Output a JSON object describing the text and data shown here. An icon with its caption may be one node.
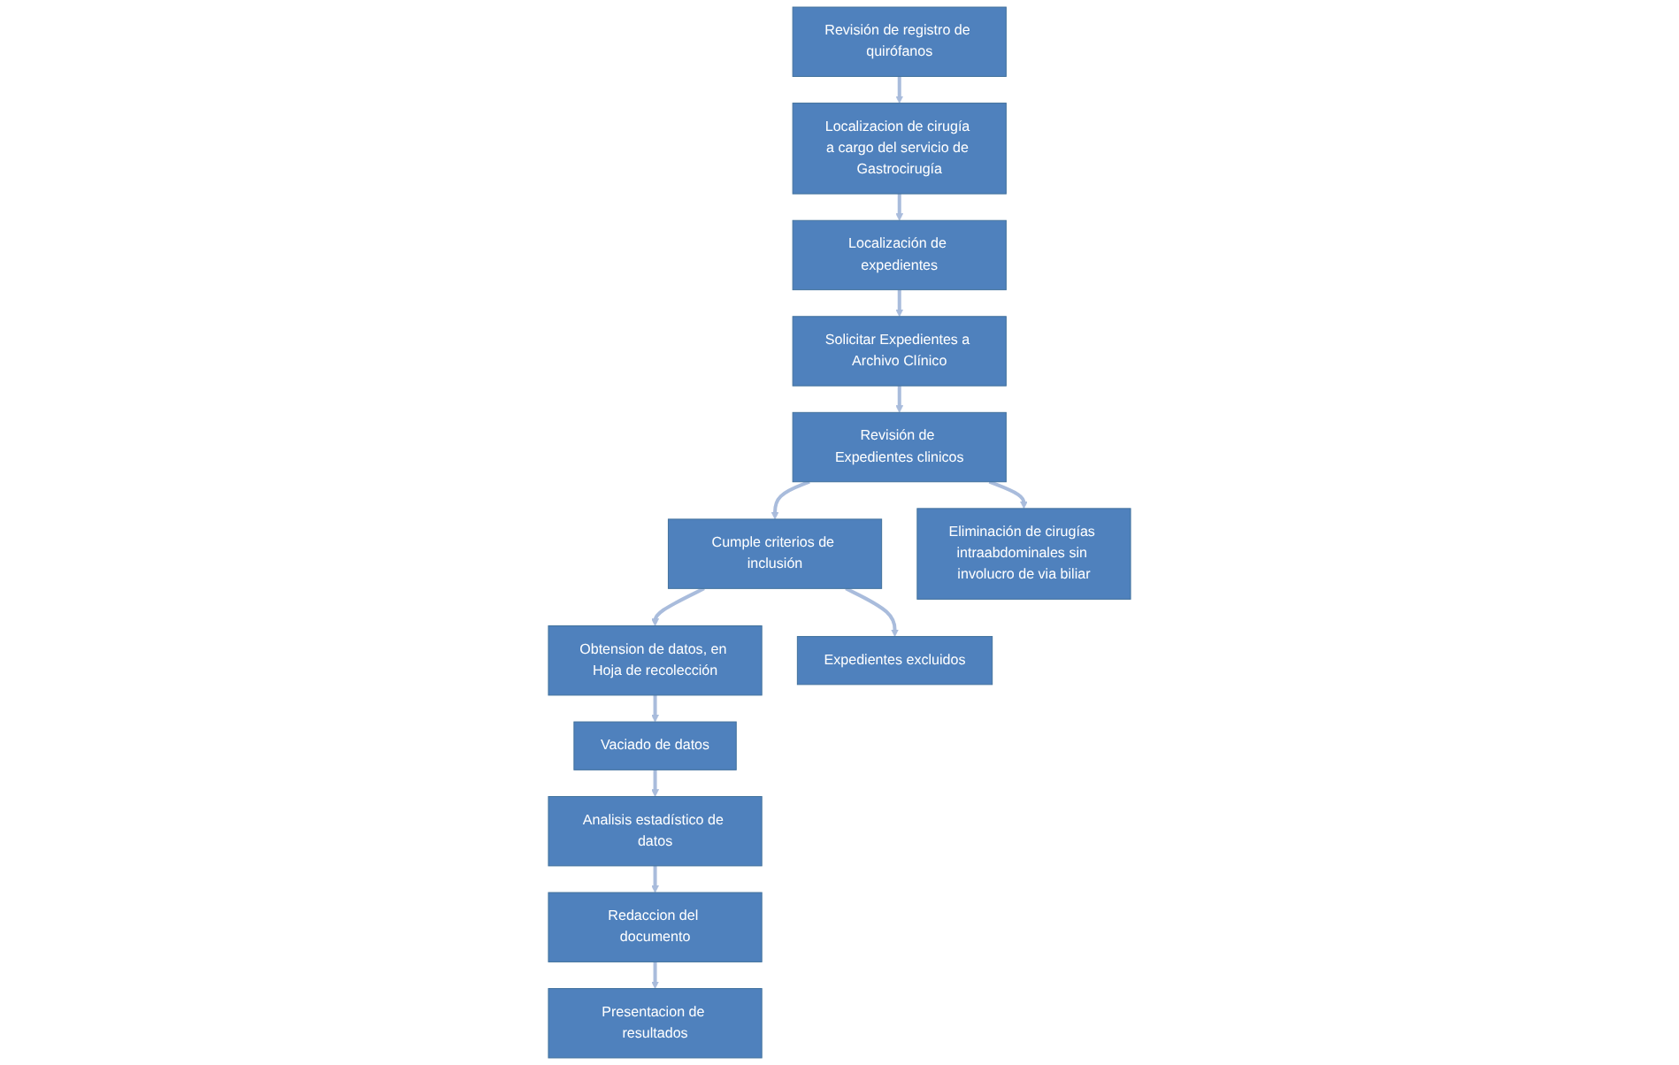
{
  "diagram": {
    "nodes": [
      {
        "text": [
          "Revisión de registro de quirófanos"
        ]
      },
      {
        "text": [
          "Localizacion de cirugía a cargo del servicio de Gastrocirugía"
        ]
      },
      {
        "text": [
          "Localización de expedientes"
        ]
      },
      {
        "text": [
          "Solicitar Expedientes a Archivo Clínico"
        ]
      },
      {
        "text": [
          "Revisión de Expedientes clinicos"
        ]
      },
      {
        "text": [
          "Cumple criterios de inclusión"
        ]
      },
      {
        "text": [
          "Obtension de datos, en Hoja de recolección"
        ]
      },
      {
        "text": [
          "Vaciado de datos"
        ]
      },
      {
        "text": [
          "Analisis estadístico de datos"
        ]
      },
      {
        "text": [
          "Redaccion del documento"
        ]
      },
      {
        "text": [
          "Presentacion de resultados"
        ]
      },
      {
        "text": [
          "Expedientes excluidos"
        ]
      },
      {
        "text": [
          "Eliminación de cirugías intraabdominales sin involucro de via biliar"
        ]
      }
    ],
    "edges": [
      {
        "from": 0,
        "to": 1,
        "arrow": "to"
      },
      {
        "from": 1,
        "to": 2,
        "arrow": "to"
      },
      {
        "from": 2,
        "to": 3,
        "arrow": "to"
      },
      {
        "from": 3,
        "to": 4,
        "arrow": "to"
      },
      {
        "from": 4,
        "to": 5,
        "arrow": "to"
      },
      {
        "from": 5,
        "to": 6,
        "arrow": "to"
      },
      {
        "from": 6,
        "to": 7,
        "arrow": "to"
      },
      {
        "from": 7,
        "to": 8,
        "arrow": "to"
      },
      {
        "from": 8,
        "to": 9,
        "arrow": "to"
      },
      {
        "from": 9,
        "to": 10,
        "arrow": "to"
      },
      {
        "from": 5,
        "to": 11,
        "arrow": "to"
      },
      {
        "from": 4,
        "to": 12,
        "arrow": "to"
      }
    ]
  }
}
